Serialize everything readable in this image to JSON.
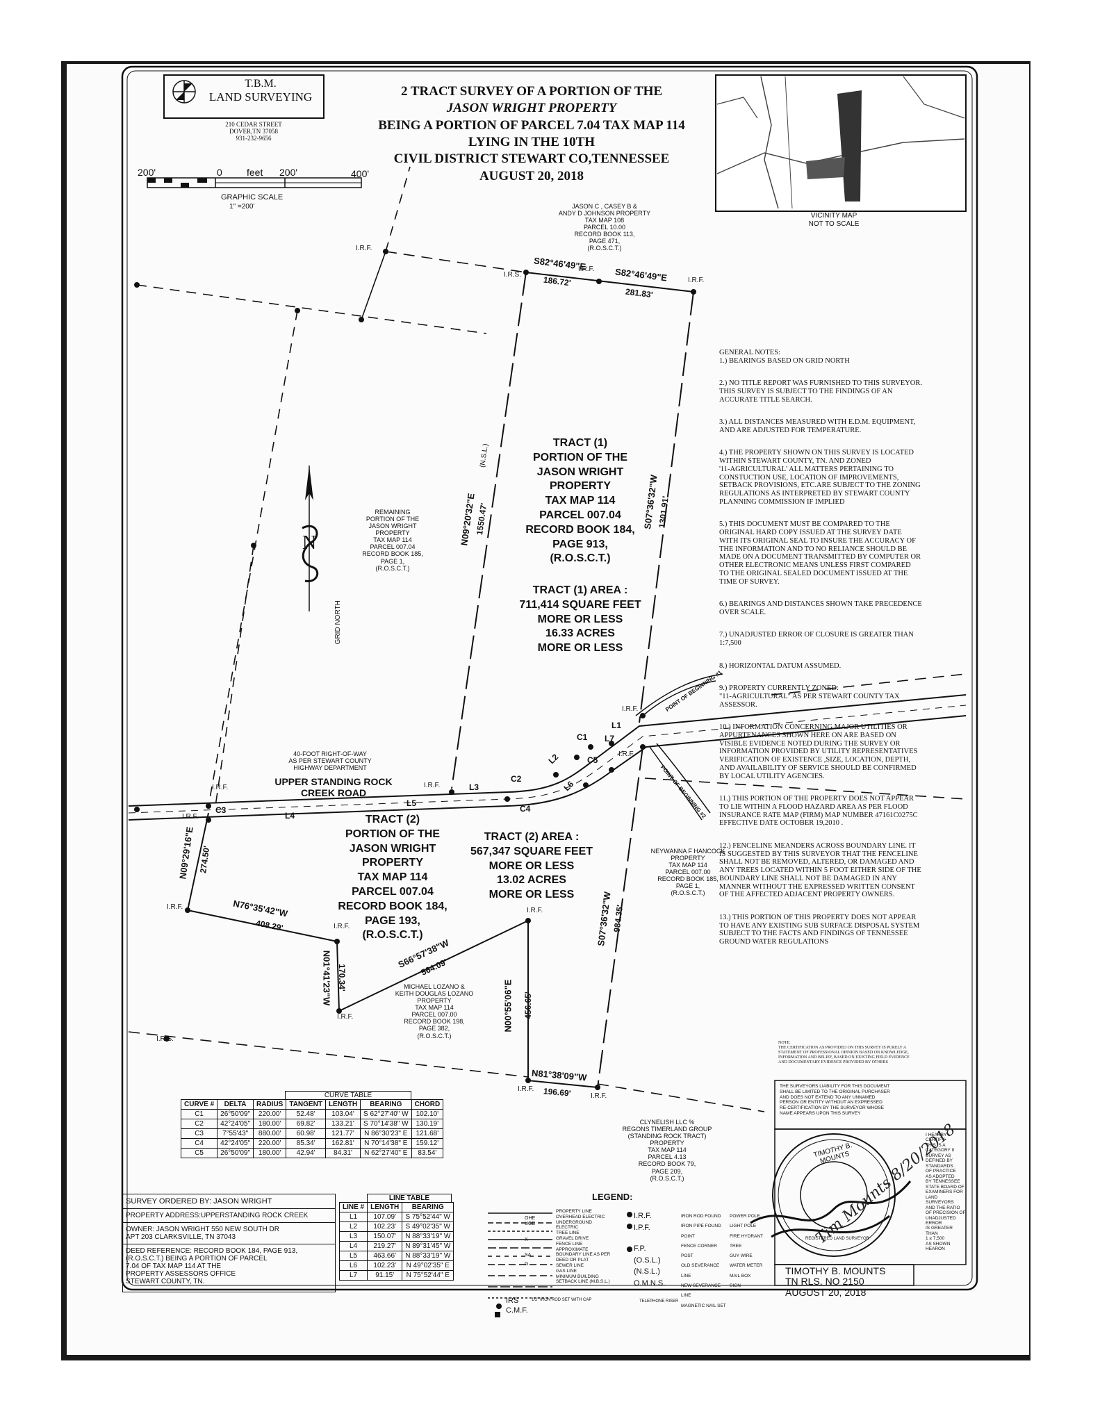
{
  "company": {
    "name_line1": "T.B.M.",
    "name_line2": "LAND SURVEYING",
    "address1": "210 CEDAR STREET",
    "address2": "DOVER,TN 37058",
    "phone": "931-232-9656"
  },
  "title": {
    "line1": "2 TRACT SURVEY  OF A PORTION OF THE",
    "line2": "JASON WRIGHT PROPERTY",
    "line3": "BEING  A PORTION OF  PARCEL 7.04 TAX MAP 114",
    "line4": "LYING IN THE 10TH",
    "line5": "CIVIL DISTRICT  STEWART CO,TENNESSEE",
    "line6": "AUGUST 20, 2018"
  },
  "scale": {
    "l200": "200'",
    "zero": "0",
    "feet": "feet",
    "r200": "200'",
    "r400": "400'",
    "caption": "GRAPHIC SCALE",
    "ratio": "1\" =200'"
  },
  "vicinity": {
    "line1": "VICINITY MAP",
    "line2": "NOT TO SCALE"
  },
  "north_label": "GRID NORTH",
  "adjoiners": {
    "johnson": [
      "JASON C , CASEY B &",
      "ANDY D JOHNSON PROPERTY",
      "TAX MAP 108",
      "PARCEL 10.00",
      "RECORD BOOK 113,",
      "PAGE 471,",
      "(R.O.S.C.T.)"
    ],
    "remaining": [
      "REMAINING",
      "PORTION OF THE",
      "JASON WRIGHT",
      "PROPERTY",
      "TAX MAP 114",
      "PARCEL 007.04",
      "RECORD BOOK 185,",
      "PAGE 1,",
      "(R.O.S.C.T.)"
    ],
    "hancock": [
      "NEYWANNA F HANCOCK",
      "PROPERTY",
      "TAX MAP 114",
      "PARCEL 007.00",
      "RECORD BOOK 185,",
      "PAGE 1,",
      "(R.O.S.C.T.)"
    ],
    "lozano": [
      "MICHAEL LOZANO &",
      "KEITH DOUGLAS LOZANO",
      "PROPERTY",
      "TAX MAP 114",
      "PARCEL 007.00",
      "RECORD BOOK 198,",
      "PAGE 382,",
      "(R.O.S.C.T.)"
    ],
    "clynelish": [
      "CLYNELISH LLC %",
      "REGONS TIMERLAND GROUP",
      "(STANDING ROCK TRACT)",
      "PROPERTY",
      "TAX MAP 114",
      "PARCEL 4.13",
      "RECORD BOOK 79,",
      "PAGE 209,",
      "(R.O.S.C.T.)"
    ]
  },
  "tract1": {
    "label": [
      "TRACT (1)",
      "PORTION OF THE",
      "JASON WRIGHT",
      "PROPERTY",
      "TAX MAP 114",
      "PARCEL 007.04",
      "RECORD BOOK 184,",
      "PAGE 913,",
      "(R.O.S.C.T.)"
    ],
    "area": [
      "TRACT (1) AREA :",
      "711,414 SQUARE FEET",
      "MORE OR LESS",
      "16.33 ACRES",
      "MORE OR LESS"
    ]
  },
  "tract2": {
    "label": [
      "TRACT (2)",
      "PORTION OF THE",
      "JASON WRIGHT",
      "PROPERTY",
      "TAX MAP 114",
      "PARCEL 007.04",
      "RECORD BOOK 184,",
      "PAGE 193,",
      "(R.O.S.C.T.)"
    ],
    "area": [
      "TRACT (2) AREA :",
      "567,347 SQUARE FEET",
      "MORE OR LESS",
      "13.02 ACRES",
      "MORE OR LESS"
    ]
  },
  "road": {
    "row_note": [
      "40-FOOT RIGHT-OF-WAY",
      "AS PER STEWART COUNTY",
      "HIGHWAY DEPARTMENT"
    ],
    "name1": "UPPER STANDING ROCK",
    "name2": "CREEK ROAD"
  },
  "calls": {
    "top1_bearing": "S82°46'49\"E",
    "top1_dist": "186.72'",
    "top2_bearing": "S82°46'49\"E",
    "top2_dist": "281.83'",
    "west1_bearing": "N09°20'32\"E",
    "west1_dist": "1550.47'",
    "nsl": "(N.S.L.)",
    "east1_bearing": "S07°36'32\"W",
    "east1_dist": "1301.91'",
    "t2_west_bearing": "N09°29'16\"E",
    "t2_west_dist": "274.50'",
    "t2_s1_bearing": "N76°35'42\"W",
    "t2_s1_dist": "408.29'",
    "t2_s2_bearing": "N01°41'23\"W",
    "t2_s2_dist": "170.34'",
    "t2_s3_bearing": "S66°57'38\"W",
    "t2_s3_dist": "564.09'",
    "t2_s4_bearing": "N00°55'06\"E",
    "t2_s4_dist": "456.65'",
    "t2_east_bearing": "S07°36'32\"W",
    "t2_east_dist": "984.35'",
    "t2_bottom_bearing": "N81°38'09\"W",
    "t2_bottom_dist": "196.69'"
  },
  "marks": {
    "irf": "I.R.F.",
    "irs": "I.R.S.",
    "pob1": "POINT OF BEGINNING #1",
    "pob2": "POINT OF BEGINNING #2",
    "labels": [
      "L1",
      "L2",
      "L3",
      "L4",
      "L5",
      "L6",
      "L7",
      "C1",
      "C2",
      "C3",
      "C4",
      "C5"
    ]
  },
  "notes": [
    "GENERAL NOTES:\n1.) BEARINGS BASED ON GRID NORTH",
    "2.) NO TITLE REPORT WAS FURNISHED TO THIS SURVEYOR.\nTHIS SURVEY IS SUBJECT TO THE FINDINGS OF AN\nACCURATE TITLE SEARCH.",
    "3.) ALL DISTANCES MEASURED WITH E.D.M. EQUIPMENT,\nAND ARE  ADJUSTED FOR TEMPERATURE.",
    "4.) THE PROPERTY SHOWN ON THIS SURVEY IS LOCATED\nWITHIN  STEWART COUNTY, TN. AND ZONED\n'11-AGRICULTURAL' ALL MATTERS PERTAINING TO\nCONSTUCTION USE, LOCATION OF IMPROVEMENTS,\nSETBACK PROVISIONS, ETC.ARE SUBJECT TO THE  ZONING\nREGULATIONS AS INTERPRETED BY STEWART COUNTY\nPLANNING COMMISSION IF IMPLIED",
    "5.) THIS DOCUMENT MUST BE COMPARED TO THE\nORIGINAL HARD COPY ISSUED AT THE SURVEY DATE\nWITH ITS ORIGINAL  SEAL TO INSURE THE ACCURACY OF\nTHE INFORMATION AND TO NO RELIANCE SHOULD BE\nMADE ON A DOCUMENT TRANSMITTED BY COMPUTER OR\nOTHER ELECTRONIC  MEANS UNLESS FIRST COMPARED\nTO THE ORIGINAL SEALED DOCUMENT ISSUED AT THE\nTIME OF SURVEY.",
    "6.) BEARINGS AND DISTANCES SHOWN TAKE PRECEDENCE\nOVER SCALE.",
    "7.) UNADJUSTED ERROR OF CLOSURE IS GREATER THAN\n1:7,500",
    "8.) HORIZONTAL DATUM ASSUMED.",
    "9.) PROPERTY CURRENTLY ZONED:\n\"11-AGRICULTURAL\" AS PER STEWART COUNTY TAX\nASSESSOR.",
    "10.) INFORMATION CONCERNING MAJOR UTILITIES OR\nAPPURTENANCES SHOWN HERE ON ARE BASED ON\nVISIBLE EVIDENCE NOTED DURING THE SURVEY OR\nINFORMATION PROVIDED BY UTILITY REPRESENTATIVES\nVERIFICATION OF EXISTENCE ,SIZE, LOCATION, DEPTH,\nAND AVAILABILITY OF SERVICE SHOULD BE CONFIRMED\nBY LOCAL UTILITY AGENCIES.",
    "11.)  THIS PORTION OF THE  PROPERTY DOES NOT APPEAR\nTO  LIE WITHIN A FLOOD HAZARD AREA AS PER FLOOD\nINSURANCE RATE MAP (FIRM) MAP NUMBER 47161C0275C\nEFFECTIVE DATE OCTOBER 19,2010 .",
    "12.) FENCELINE MEANDERS ACROSS BOUNDARY LINE. IT\nIS SUGGESTED BY THIS SURVEYOR THAT THE FENCELINE\nSHALL NOT BE REMOVED, ALTERED, OR DAMAGED AND\nANY TREES LOCATED WITHIN 5 FOOT EITHER SIDE OF THE\nBOUNDARY LINE SHALL NOT BE DAMAGED IN ANY\nMANNER WITHOUT THE EXPRESSED WRITTEN CONSENT\nOF THE AFFECTED ADJACENT PROPERTY OWNERS.",
    "13.) THIS PORTION OF THIS PROPERTY DOES NOT APPEAR\nTO HAVE ANY EXISTING SUB SURFACE DISPOSAL SYSTEM\nSUBJECT TO THE FACTS AND FINDINGS OF TENNESSEE\nGROUND WATER REGULATIONS"
  ],
  "curve_table": {
    "title": "CURVE TABLE",
    "headers": [
      "CURVE #",
      "DELTA",
      "RADIUS",
      "TANGENT",
      "LENGTH",
      "BEARING",
      "CHORD"
    ],
    "rows": [
      [
        "C1",
        "26°50'09\"",
        "220.00'",
        "52.48'",
        "103.04'",
        "S 62°27'40\" W",
        "102.10'"
      ],
      [
        "C2",
        "42°24'05\"",
        "180.00'",
        "69.82'",
        "133.21'",
        "S 70°14'38\" W",
        "130.19'"
      ],
      [
        "C3",
        "7°55'43\"",
        "880.00'",
        "60.98'",
        "121.77'",
        "N 86°30'23\" E",
        "121.68'"
      ],
      [
        "C4",
        "42°24'05\"",
        "220.00'",
        "85.34'",
        "162.81'",
        "N 70°14'38\" E",
        "159.12'"
      ],
      [
        "C5",
        "26°50'09\"",
        "180.00'",
        "42.94'",
        "84.31'",
        "N 62°27'40\" E",
        "83.54'"
      ]
    ]
  },
  "line_table": {
    "title": "LINE TABLE",
    "headers": [
      "LINE #",
      "LENGTH",
      "BEARING"
    ],
    "rows": [
      [
        "L1",
        "107.09'",
        "S 75°52'44\" W"
      ],
      [
        "L2",
        "102.23'",
        "S 49°02'35\" W"
      ],
      [
        "L3",
        "150.07'",
        "N 88°33'19\" W"
      ],
      [
        "L4",
        "219.27'",
        "N 89°31'45\" W"
      ],
      [
        "L5",
        "463.66'",
        "N 88°33'19\" W"
      ],
      [
        "L6",
        "102.23'",
        "N 49°02'35\" E"
      ],
      [
        "L7",
        "91.15'",
        "N 75°52'44\" E"
      ]
    ]
  },
  "info_box": {
    "ordered_by": "SURVEY ORDERED BY: JASON WRIGHT",
    "address": "PROPERTY ADDRESS:UPPERSTANDING ROCK CREEK",
    "owner": "OWNER: JASON WRIGHT 550 NEW SOUTH DR\nAPT 203 CLARKSVILLE, TN 37043",
    "deed": "DEED REFERENCE:  RECORD BOOK 184, PAGE 913,\n(R.O.S.C.T.)  BEING  A PORTION OF PARCEL\n7.04 OF TAX MAP 114 AT THE\nPROPERTY ASSESSORS OFFICE\nSTEWART COUNTY, TN."
  },
  "legend": {
    "title": "LEGEND:",
    "lines": [
      "PROPERTY LINE",
      "OVERHEAD ELECTRIC",
      "UNDERGROUND ELECTRIC",
      "TREE LINE",
      "GRAVEL DRIVE",
      "FENCE LINE",
      "APPROXIMATE BOUNDARY LINE AS PER DEED OR PLAT",
      "SEWER LINE",
      "GAS LINE",
      "MINIMUM BUILDING SETBACK LINE (M.B.S.L.)"
    ],
    "line_codes": [
      "OHE",
      "UGE",
      "X",
      "SA",
      "G"
    ],
    "points": [
      "I.R.F.",
      "I.P.F.",
      "F.P.",
      "(O.S.L.)",
      "(N.S.L.)",
      "O.M.N.S.",
      "IRS",
      "C.M.F."
    ],
    "point_desc": [
      "IRON ROD FOUND",
      "IRON PIPE FOUND",
      "POINT",
      "FENCE CORNER POST",
      "OLD SEVERANCE LINE",
      "NEW SEVERANCE LINE",
      "MAGNETIC NAIL SET",
      "1/2\" IRON ROD SET WITH CAP",
      "TELEPHONE RISER"
    ],
    "symbols": [
      "POWER POLE",
      "LIGHT POLE",
      "FIRE HYDRANT",
      "TREE",
      "GUY WIRE",
      "WATER METER",
      "MAIL BOX",
      "SIGN"
    ]
  },
  "certification": {
    "note": "NOTE:\nTHE CERTIFICATION AS PROVIDED ON THIS SURVEY IS PURELY A\nSTATEMENT OF PROFESSIONAL OPINION BASED ON KNOWLEDGE,\nINFORMATION AND BELIEF, BASED ON EXISTING FIELD EVIDENCE\nAND DOCUMENTARY EVIDENCE PROVIDED BY OTHERS",
    "liability": "THE SURVEYORS LIABILITY FOR THIS DOCUMENT\nSHALL BE LIMITED TO THE ORIGINAL PURCHASER\nAND DOES NOT EXTEND TO ANY UNNAMED\nPERSON OR ENTITY WITHOUT AN EXPRESSED\nRE-CERTIFICATION BY THE SURVEYOR WHOSE\nNAME APPEARS UPON THIS SURVEY",
    "hereby": "I HEARBY\nCERTIFY\nTHIS IS A\nCATEGORY II\nSURVEY AS\nDEFINED BY\nSTANDARDS\nOF PRACTICE\nAS ADOPTED\nBY TENNESSEE\nSTATE BOARD OF\nEXAMINERS FOR\nLAND\nSURVEYORS\nAND THE RATIO\nOF PRECISION OF\nUNADJUSTED\nERROR\nIS GREATER\nTHAN\n1 ≥ 7,500\nAS SHOWN\nHEARON",
    "seal_text": "TIMOTHY B. MOUNTS",
    "seal_sub": "REGISTERED LAND SURVEYOR",
    "signature": "Tim Mounts 8/20/2018",
    "surveyor_name": "TIMOTHY B. MOUNTS",
    "license": "TN RLS. NO 2150",
    "date": "AUGUST 20, 2018"
  }
}
